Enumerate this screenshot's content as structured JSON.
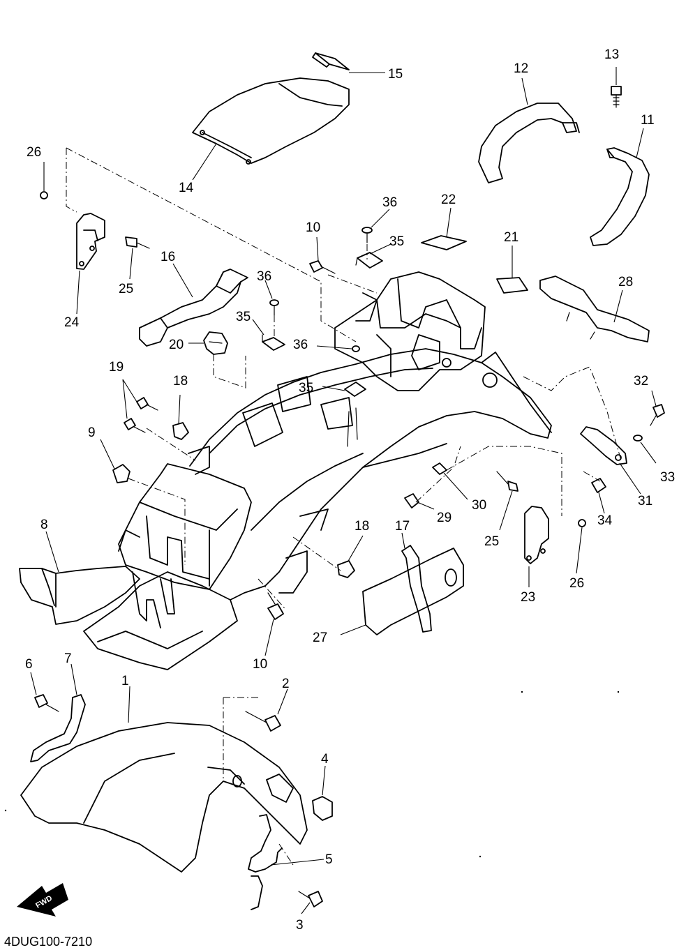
{
  "diagram_code": "4DUG100-7210",
  "direction_arrow": {
    "label": "FWD",
    "icon": "forward-direction-arrow-icon"
  },
  "callouts": {
    "c1": "1",
    "c2": "2",
    "c3": "3",
    "c4": "4",
    "c5": "5",
    "c6": "6",
    "c7": "7",
    "c8": "8",
    "c9": "9",
    "c10a": "10",
    "c10b": "10",
    "c11": "11",
    "c12": "12",
    "c13": "13",
    "c14": "14",
    "c15": "15",
    "c16": "16",
    "c17": "17",
    "c18a": "18",
    "c18b": "18",
    "c19": "19",
    "c20": "20",
    "c21": "21",
    "c22": "22",
    "c23": "23",
    "c24": "24",
    "c25a": "25",
    "c25b": "25",
    "c26a": "26",
    "c26b": "26",
    "c27": "27",
    "c28": "28",
    "c29": "29",
    "c30": "30",
    "c31": "31",
    "c32": "32",
    "c33": "33",
    "c34": "34",
    "c35a": "35",
    "c35b": "35",
    "c35c": "35",
    "c36a": "36",
    "c36b": "36",
    "c36c": "36"
  }
}
